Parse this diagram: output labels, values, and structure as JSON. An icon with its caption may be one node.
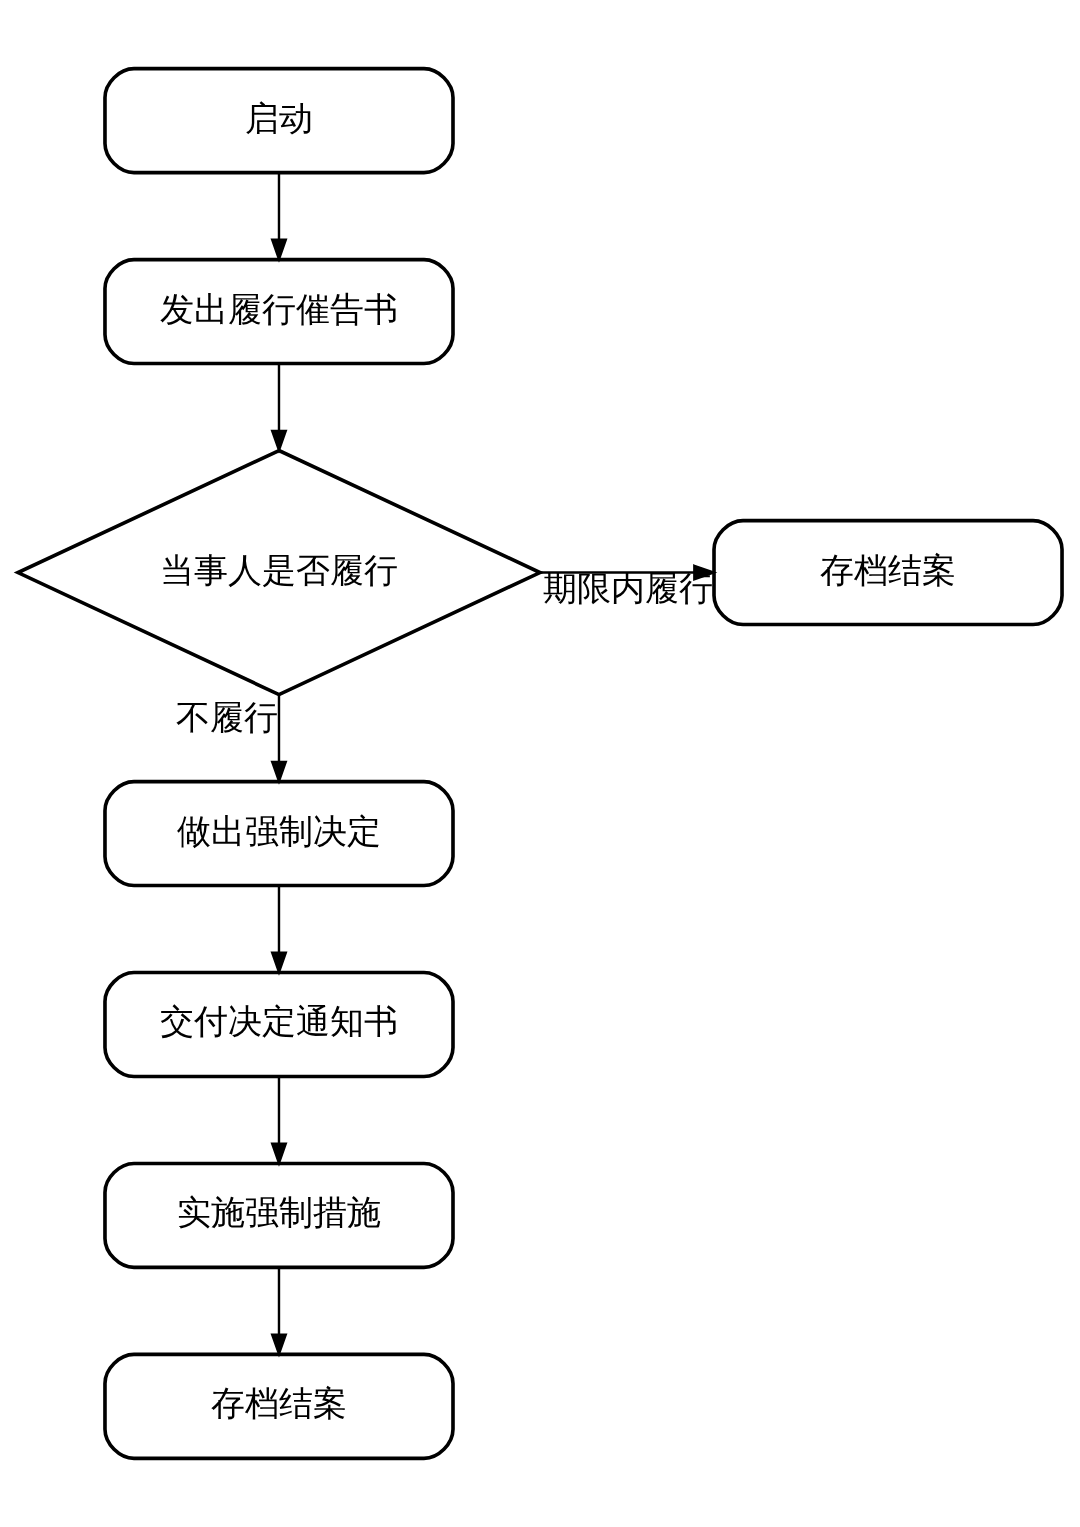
{
  "diagram": {
    "nodes": [
      {
        "text": [
          "启动"
        ]
      },
      {
        "text": [
          "发出履行催告书"
        ]
      },
      {
        "text": [
          "当事人是否履行"
        ]
      },
      {
        "text": [
          "存档结案"
        ]
      },
      {
        "text": [
          "做出强制决定"
        ]
      },
      {
        "text": [
          "交付决定通知书"
        ]
      },
      {
        "text": [
          "实施强制措施"
        ]
      },
      {
        "text": [
          "存档结案"
        ]
      }
    ],
    "edges": [
      {
        "from": 0,
        "to": 1,
        "arrow": "to"
      },
      {
        "from": 1,
        "to": 2,
        "arrow": "to"
      },
      {
        "from": 2,
        "to": 3,
        "arrow": "to",
        "label": "期限内履行"
      },
      {
        "from": 2,
        "to": 4,
        "arrow": "to",
        "label": "不履行"
      },
      {
        "from": 4,
        "to": 5,
        "arrow": "to"
      },
      {
        "from": 5,
        "to": 6,
        "arrow": "to"
      },
      {
        "from": 6,
        "to": 7,
        "arrow": "to"
      }
    ]
  }
}
